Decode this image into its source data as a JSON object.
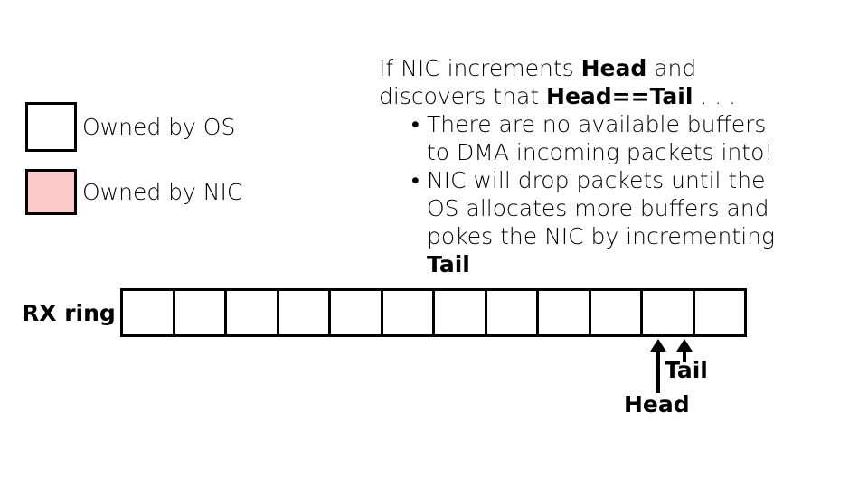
{
  "slide": {
    "background_color": "#ffffff",
    "text_color": "#000000"
  },
  "legend": {
    "items": [
      {
        "label": "Owned by OS",
        "swatch_color": "#ffffff",
        "border_color": "#000000"
      },
      {
        "label": "Owned by NIC",
        "swatch_color": "#fbcbcb",
        "border_color": "#000000"
      }
    ]
  },
  "body_text": {
    "intro": {
      "segments": [
        {
          "text": "If NIC increments ",
          "bold": false
        },
        {
          "text": "Head",
          "bold": true
        },
        {
          "text": " and discovers that ",
          "bold": false
        },
        {
          "text": "Head==Tail",
          "bold": true
        },
        {
          "text": " . . .",
          "bold": false
        }
      ]
    },
    "bullets": [
      {
        "glyph": "bullet-icon",
        "glyph_char": "•",
        "segments": [
          {
            "text": "There are no available buffers to DMA incoming packets into!",
            "bold": false
          }
        ]
      },
      {
        "glyph": "bullet-icon",
        "glyph_char": "•",
        "segments": [
          {
            "text": "NIC will drop packets until the OS allocates more buffers and pokes the NIC by incrementing ",
            "bold": false
          },
          {
            "text": "Tail",
            "bold": true
          }
        ]
      }
    ]
  },
  "rx_ring": {
    "label": "RX ring",
    "cell_count": 12,
    "cells": [
      {
        "index": 0,
        "owner": "OS",
        "fill": "#ffffff"
      },
      {
        "index": 1,
        "owner": "OS",
        "fill": "#ffffff"
      },
      {
        "index": 2,
        "owner": "OS",
        "fill": "#ffffff"
      },
      {
        "index": 3,
        "owner": "OS",
        "fill": "#ffffff"
      },
      {
        "index": 4,
        "owner": "OS",
        "fill": "#ffffff"
      },
      {
        "index": 5,
        "owner": "OS",
        "fill": "#ffffff"
      },
      {
        "index": 6,
        "owner": "OS",
        "fill": "#ffffff"
      },
      {
        "index": 7,
        "owner": "OS",
        "fill": "#ffffff"
      },
      {
        "index": 8,
        "owner": "OS",
        "fill": "#ffffff"
      },
      {
        "index": 9,
        "owner": "OS",
        "fill": "#ffffff"
      },
      {
        "index": 10,
        "owner": "OS",
        "fill": "#ffffff"
      },
      {
        "index": 11,
        "owner": "OS",
        "fill": "#ffffff"
      }
    ]
  },
  "pointers": [
    {
      "name": "head",
      "label": "Head",
      "points_to_cell": 10,
      "arrow_icon": "arrow-up-icon"
    },
    {
      "name": "tail",
      "label": "Tail",
      "points_to_cell": 10,
      "arrow_icon": "arrow-up-icon"
    }
  ]
}
